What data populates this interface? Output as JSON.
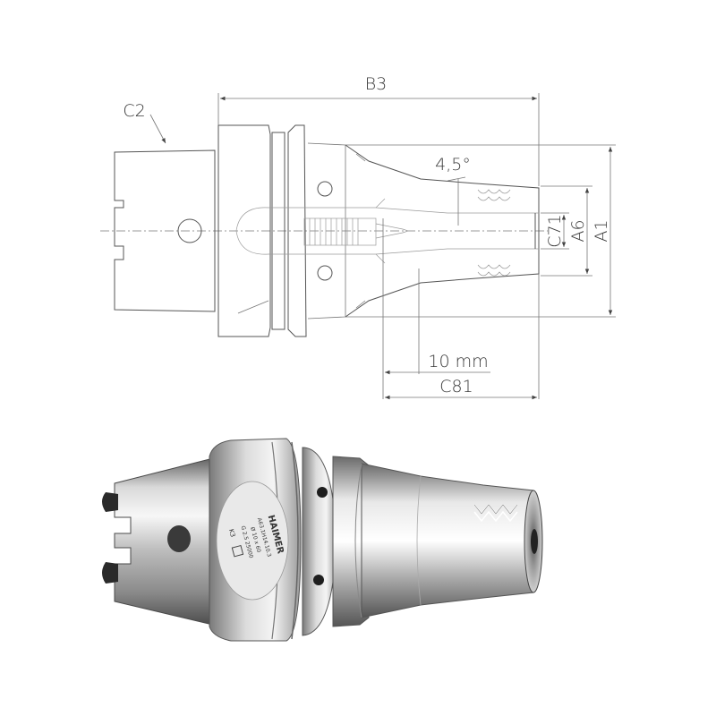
{
  "drawing": {
    "labels": {
      "b3": "B3",
      "c2": "C2",
      "angle": "4,5°",
      "c71": "C71",
      "a6": "A6",
      "a1": "A1",
      "len10": "10 mm",
      "c81": "C81"
    }
  },
  "photo": {
    "engraving": {
      "line1": "HAIMER",
      "line2": "A63.1H14.10.3",
      "line3": "Ø 10 x 60",
      "line4": "G 2.5 25000",
      "line5": "K3"
    }
  },
  "colors": {
    "line": "#555555",
    "metal_light": "#e8e8e8",
    "metal_dark": "#6e6e6e",
    "background": "#ffffff"
  }
}
